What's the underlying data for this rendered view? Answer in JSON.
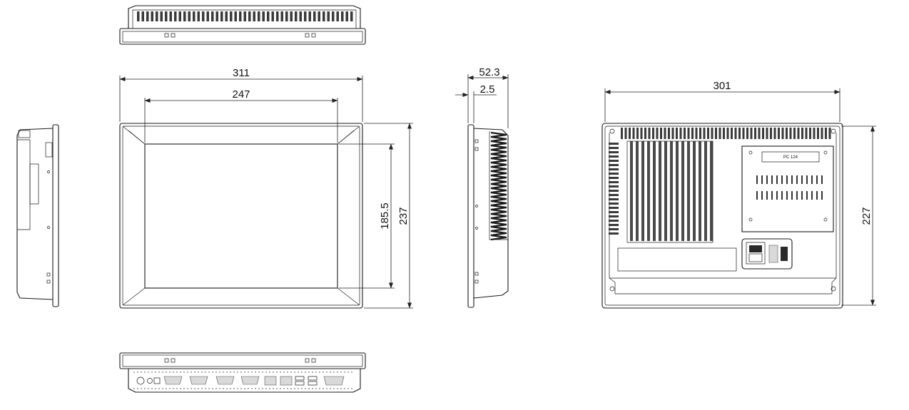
{
  "dimensions": {
    "front_width": "311",
    "screen_width": "247",
    "screen_height": "185.5",
    "front_height": "237",
    "side_depth": "52.3",
    "side_bezel": "2.5",
    "rear_width": "301",
    "rear_height": "227"
  },
  "labels": {
    "label_plate": "PC 124"
  }
}
